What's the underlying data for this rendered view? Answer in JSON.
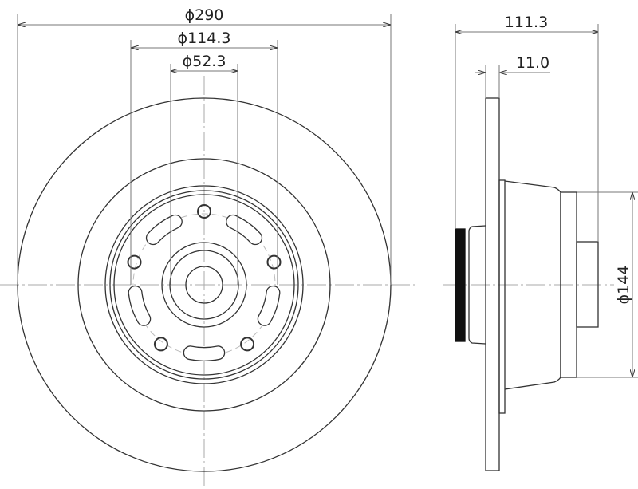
{
  "dimensions": {
    "outer_diameter": "ϕ290",
    "bolt_circle": "ϕ114.3",
    "center_bore": "ϕ52.3",
    "overall_height": "111.3",
    "disc_thickness": "11.0",
    "hub_diameter": "ϕ144"
  },
  "colors": {
    "line": "#333333",
    "thin": "#999999",
    "seal": "#111111"
  }
}
